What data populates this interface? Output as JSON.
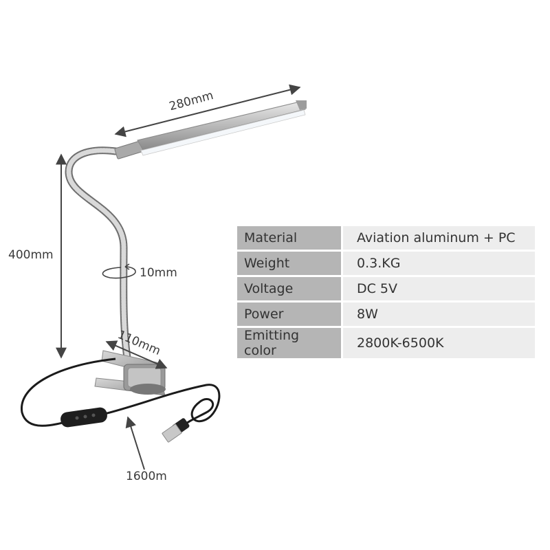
{
  "dimensions": {
    "length": "280mm",
    "height": "400mm",
    "diameter": "10mm",
    "clip": "110mm",
    "cable": "1600m"
  },
  "specs": [
    {
      "label": "Material",
      "value": "Aviation aluminum + PC"
    },
    {
      "label": "Weight",
      "value": "0.3.KG"
    },
    {
      "label": "Voltage",
      "value": "DC 5V"
    },
    {
      "label": "Power",
      "value": "8W"
    },
    {
      "label": "Emitting color",
      "value": "2800K-6500K"
    }
  ],
  "colors": {
    "label_cell": "#b5b5b5",
    "value_cell": "#ededed",
    "text": "#333333"
  }
}
